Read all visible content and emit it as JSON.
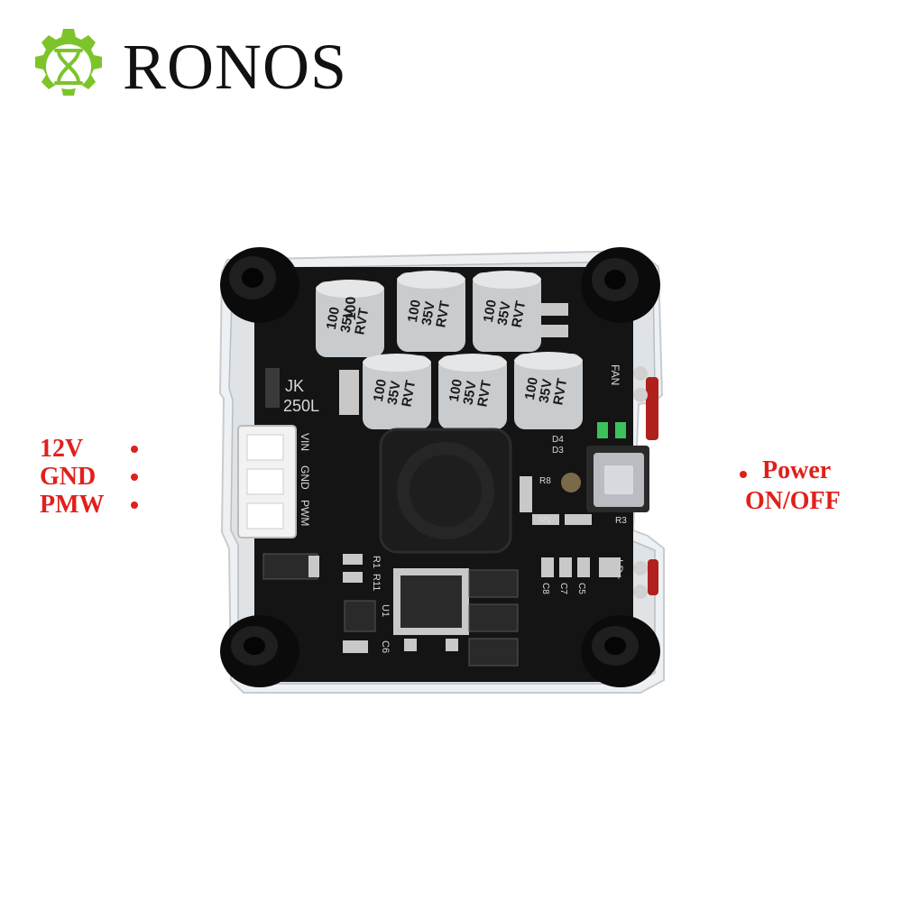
{
  "logo": {
    "text": "RONOS",
    "icon": "gear-hourglass-icon",
    "icon_color": "#7dc42b"
  },
  "pins": [
    {
      "label": "12V"
    },
    {
      "label": "GND"
    },
    {
      "label": "PMW"
    }
  ],
  "power_switch": {
    "line1": "Power",
    "line2": "ON/OFF"
  },
  "board": {
    "model_line1": "JK",
    "model_line2": "250L",
    "connector_labels": [
      "VIN",
      "GND",
      "PWM"
    ],
    "capacitor_lines": [
      "100",
      "35V",
      "RVT"
    ],
    "fan_label": "FAN",
    "ld_label": "LD+",
    "silkscreen": [
      "D4",
      "D3",
      "R8",
      "R9",
      "R3",
      "R1",
      "R11",
      "U1",
      "C6",
      "C8",
      "C7",
      "C5"
    ]
  },
  "colors": {
    "label_red": "#e0201b",
    "pcb": "#141414",
    "acrylic": "#e9edf0"
  }
}
